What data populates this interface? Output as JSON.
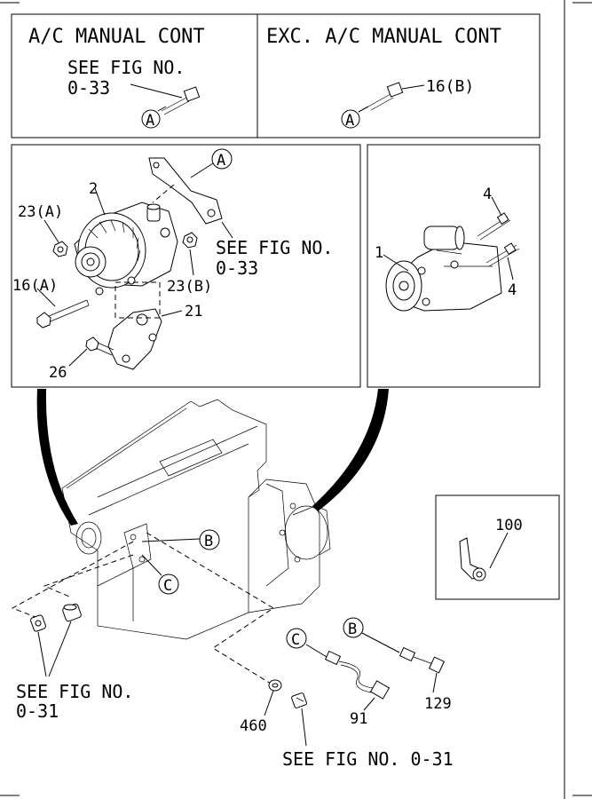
{
  "panels": {
    "ac_manual": {
      "title": "A/C MANUAL CONT",
      "see_line1": "SEE FIG NO.",
      "see_line2": "0-33",
      "ref": "A"
    },
    "exc_ac_manual": {
      "title": "EXC. A/C MANUAL CONT",
      "part": "16(B)",
      "ref": "A"
    },
    "alternator": {
      "ref_a": "A",
      "part_2": "2",
      "part_23a": "23(A)",
      "part_16a": "16(A)",
      "part_23b": "23(B)",
      "part_21": "21",
      "part_26": "26",
      "see_line1": "SEE FIG NO.",
      "see_line2": "0-33"
    },
    "starter": {
      "part_1": "1",
      "part_4_top": "4",
      "part_4_bottom": "4"
    },
    "clip": {
      "part_100": "100"
    }
  },
  "engine": {
    "ref_b": "B",
    "ref_c": "C",
    "see_left_line1": "SEE FIG NO.",
    "see_left_line2": "0-31",
    "see_bottom": "SEE FIG NO. 0-31",
    "part_460": "460",
    "part_91": "91",
    "part_129": "129",
    "ref_c_sensor": "C",
    "ref_b_sensor": "B"
  }
}
